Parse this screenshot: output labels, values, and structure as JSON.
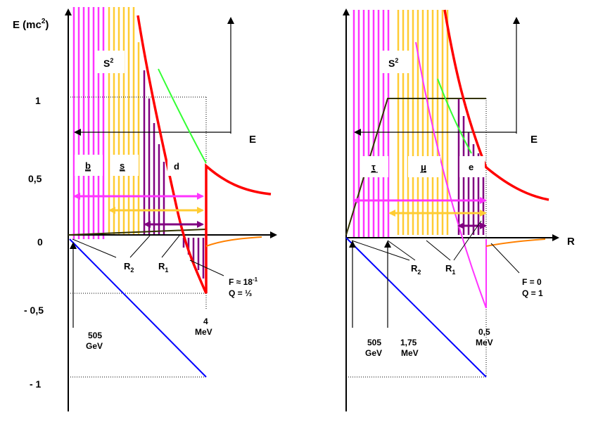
{
  "colors": {
    "magenta": "#ff33ff",
    "yellow": "#ffcc33",
    "purple": "#800080",
    "red": "#ff0000",
    "green": "#33ff33",
    "blue": "#0000ff",
    "orange": "#ff8000",
    "darkolive": "#333300",
    "black": "#000000"
  },
  "left": {
    "y_axis_label": "E (mc",
    "y_axis_sup": "2",
    "y_axis_close": ")",
    "tick_1": "1",
    "tick_05": "0,5",
    "tick_0": "0",
    "tick_m05": "- 0,5",
    "tick_m1": "- 1",
    "s2_label": "S",
    "s2_sup": "2",
    "e_label": "E",
    "box_b": "b",
    "box_s": "s",
    "label_d": "d",
    "r2": "R",
    "r2_sub": "2",
    "r1": "R",
    "r1_sub": "1",
    "f_line": "F ≈ 18",
    "f_sup": "-1",
    "q_line": "Q = ⅓",
    "scale1_a": "505",
    "scale1_b": "GeV",
    "scale2_a": "4",
    "scale2_b": "MeV"
  },
  "right": {
    "r_axis_label": "R",
    "s2_label": "S",
    "s2_sup": "2",
    "e_label": "E",
    "box_tau": "τ",
    "box_mu": "μ",
    "box_e": "e",
    "r2": "R",
    "r2_sub": "2",
    "r1": "R",
    "r1_sub": "1",
    "f_line": "F = 0",
    "q_line": "Q = 1",
    "scale1_a": "505",
    "scale1_b": "GeV",
    "scale2_a": "1,75",
    "scale2_b": "MeV",
    "scale3_a": "0,5",
    "scale3_b": "MeV"
  }
}
